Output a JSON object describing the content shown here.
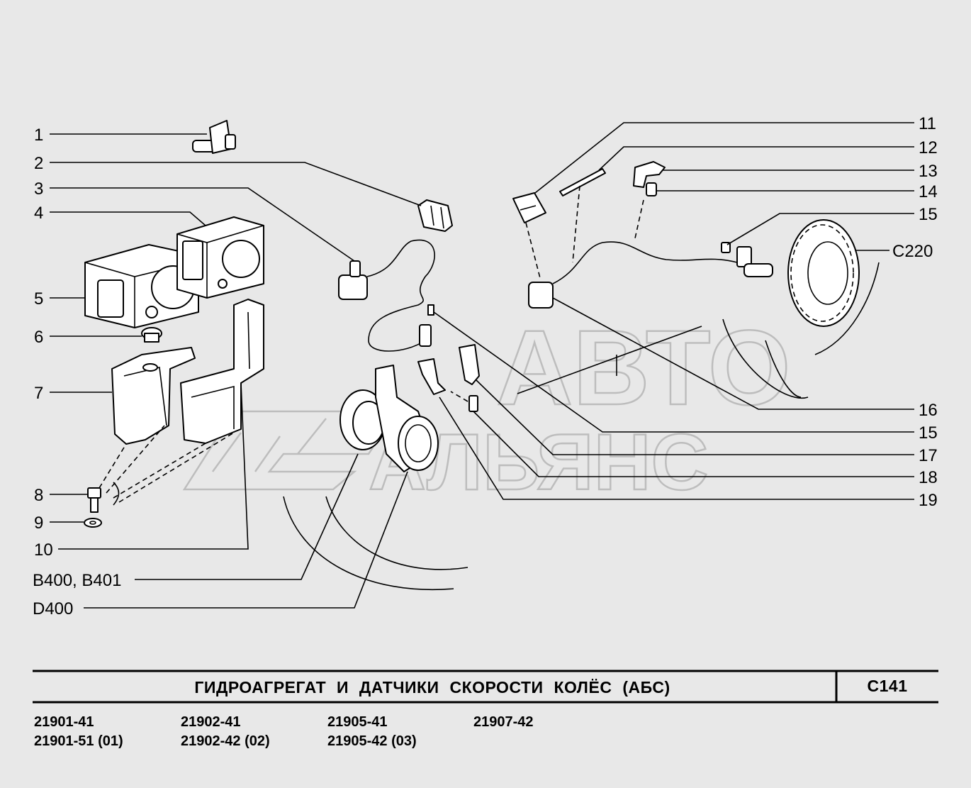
{
  "watermark": {
    "line1": "АВТО",
    "line2": "АЛЬЯНС"
  },
  "callouts_left": [
    {
      "id": "c1",
      "text": "1"
    },
    {
      "id": "c2",
      "text": "2"
    },
    {
      "id": "c3",
      "text": "3"
    },
    {
      "id": "c4",
      "text": "4"
    },
    {
      "id": "c5",
      "text": "5"
    },
    {
      "id": "c6",
      "text": "6"
    },
    {
      "id": "c7",
      "text": "7"
    },
    {
      "id": "c8",
      "text": "8"
    },
    {
      "id": "c9",
      "text": "9"
    },
    {
      "id": "c10",
      "text": "10"
    },
    {
      "id": "cb400",
      "text": "B400, B401"
    },
    {
      "id": "cd400",
      "text": "D400"
    }
  ],
  "callouts_right": [
    {
      "id": "r11",
      "text": "11"
    },
    {
      "id": "r12",
      "text": "12"
    },
    {
      "id": "r13",
      "text": "13"
    },
    {
      "id": "r14",
      "text": "14"
    },
    {
      "id": "r15a",
      "text": "15"
    },
    {
      "id": "rc220",
      "text": "C220"
    },
    {
      "id": "r16",
      "text": "16"
    },
    {
      "id": "r15b",
      "text": "15"
    },
    {
      "id": "r17",
      "text": "17"
    },
    {
      "id": "r18",
      "text": "18"
    },
    {
      "id": "r19",
      "text": "19"
    }
  ],
  "footer": {
    "title": "ГИДРОАГРЕГАТ И ДАТЧИКИ СКОРОСТИ КОЛЁС (АБС)",
    "code": "C141",
    "models": [
      {
        "line1": "21901-41",
        "line2": "21901-51 (01)"
      },
      {
        "line1": "21902-41",
        "line2": "21902-42 (02)"
      },
      {
        "line1": "21905-41",
        "line2": "21905-42 (03)"
      },
      {
        "line1": "21907-42",
        "line2": ""
      }
    ]
  }
}
